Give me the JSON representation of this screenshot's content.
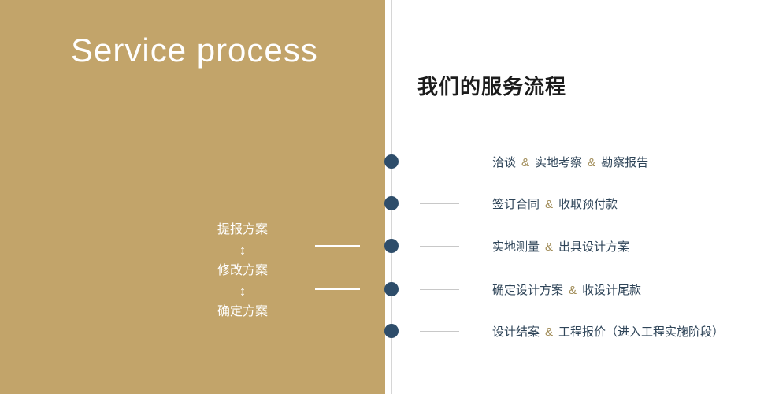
{
  "left_panel": {
    "title": "Service process",
    "steps": [
      "提报方案",
      "修改方案",
      "确定方案"
    ],
    "arrow": "↕"
  },
  "right_panel": {
    "heading": "我们的服务流程"
  },
  "timeline": {
    "amp": "&",
    "items": [
      {
        "segments": [
          "洽谈",
          "实地考察",
          "勘察报告"
        ]
      },
      {
        "segments": [
          "签订合同",
          "收取预付款"
        ]
      },
      {
        "segments": [
          "实地测量",
          "出具设计方案"
        ]
      },
      {
        "segments": [
          "确定设计方案",
          "收设计尾款"
        ]
      },
      {
        "segments": [
          "设计结案",
          "工程报价（进入工程实施阶段）"
        ]
      }
    ]
  },
  "colors": {
    "panel_tan": "#c2a46a",
    "node_navy": "#2e4d6a",
    "item_text": "#2f4559",
    "ampersand_gold": "#9f8a55",
    "divider_gray": "#d6d6d6"
  }
}
